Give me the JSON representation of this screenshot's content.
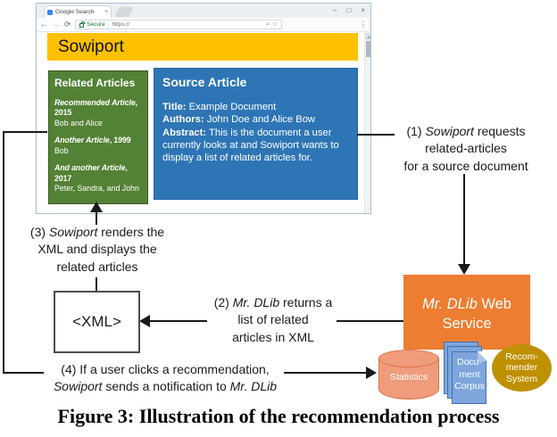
{
  "colors": {
    "yellow": "#FFC000",
    "green": "#538135",
    "greenBorder": "#3A5A21",
    "blue": "#2E75B6",
    "blueBorder": "#2362A0",
    "orange": "#ED7D31",
    "salmon": "#F09B7C",
    "salmonBorder": "#DD7048",
    "pageBlue": "#7EA6DC",
    "pageBorder": "#3E6FB4",
    "gold": "#BF9000",
    "line": "#1a1a1a"
  },
  "browser": {
    "tab_title": "Google Search",
    "tab_close": "×",
    "controls": {
      "minimize": "–",
      "maximize": "□",
      "close": "×"
    },
    "nav": {
      "back": "←",
      "forward": "→",
      "reload": "⟳"
    },
    "address": {
      "secure_label": "Secure",
      "separator": "|",
      "url": "https://"
    },
    "field_icons": {
      "search": "⌕",
      "bookmark": "☆"
    },
    "menu_icon": "⋮"
  },
  "page": {
    "header": "Sowiport",
    "related": {
      "title": "Related Articles",
      "items": [
        {
          "heading": [
            {
              "t": "Recommended Article",
              "b": true,
              "i": true
            },
            {
              "t": ", 2015",
              "b": true
            }
          ],
          "authors": "Bob and Alice"
        },
        {
          "heading": [
            {
              "t": "Another Article",
              "b": true,
              "i": true
            },
            {
              "t": ", 1999",
              "b": true
            }
          ],
          "authors": "Bob"
        },
        {
          "heading": [
            {
              "t": "And another Article",
              "b": true,
              "i": true
            },
            {
              "t": ", 2017",
              "b": true
            }
          ],
          "authors": "Peter, Sandra, and John"
        }
      ]
    },
    "source": {
      "title": "Source Article",
      "fields": [
        {
          "label": "Title:",
          "value": "Example Document"
        },
        {
          "label": "Authors:",
          "value": "John Doe and Alice Bow"
        },
        {
          "label": "Abstract:",
          "value": "This is the document a user currently looks at and Sowiport wants to display a list of related articles for."
        }
      ]
    }
  },
  "annotations": {
    "step1": {
      "lines": [
        [
          {
            "t": "(1) "
          },
          {
            "t": "Sowiport",
            "i": true
          },
          {
            "t": " requests"
          }
        ],
        [
          {
            "t": "related-articles"
          }
        ],
        [
          {
            "t": "for a source document"
          }
        ]
      ]
    },
    "step2": {
      "lines": [
        [
          {
            "t": "(2) "
          },
          {
            "t": "Mr. DLib",
            "i": true
          },
          {
            "t": " returns a"
          }
        ],
        [
          {
            "t": "list of related"
          }
        ],
        [
          {
            "t": "articles in XML"
          }
        ]
      ]
    },
    "step3": {
      "lines": [
        [
          {
            "t": "(3) "
          },
          {
            "t": "Sowiport",
            "i": true
          },
          {
            "t": " renders the"
          }
        ],
        [
          {
            "t": "XML and displays the"
          }
        ],
        [
          {
            "t": "related articles"
          }
        ]
      ]
    },
    "step4": {
      "lines": [
        [
          {
            "t": "(4) If a user clicks a recommendation,"
          }
        ],
        [
          {
            "t": "Sowiport",
            "i": true
          },
          {
            "t": " sends a notification to "
          },
          {
            "t": "Mr. DLib",
            "i": true
          }
        ]
      ]
    }
  },
  "diagram": {
    "xml_box": "<XML>",
    "web_service": {
      "lines": [
        [
          {
            "t": "Mr. DLib",
            "i": true
          },
          {
            "t": " Web"
          }
        ],
        [
          {
            "t": "Service"
          }
        ]
      ]
    },
    "statistics": "Statistics",
    "document_corpus": [
      "Docu-",
      "ment",
      "Corpus"
    ],
    "recommender": [
      "Recom-",
      "mender",
      "System"
    ]
  },
  "caption": "Figure 3: Illustration of the recommendation process"
}
